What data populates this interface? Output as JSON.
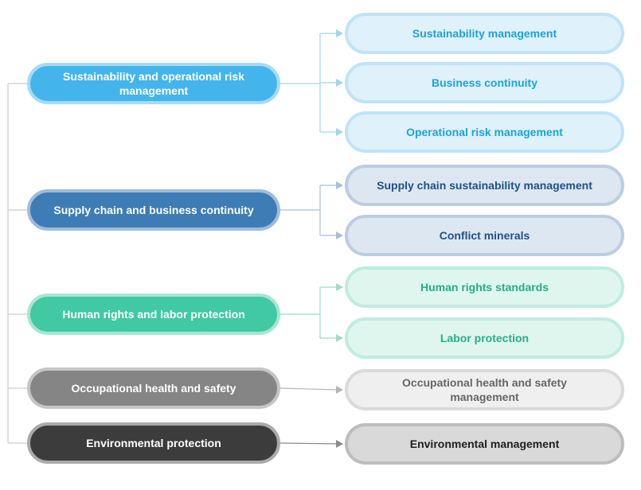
{
  "categories": [
    {
      "label": "Sustainability and operational risk management",
      "fill": "#44b5ec",
      "border": "#a3dbf5",
      "line": "#9fd6ee",
      "items": [
        {
          "label": "Sustainability management",
          "fill": "#dff1fb",
          "border": "#bfe4f6",
          "text": "#1aa3dd"
        },
        {
          "label": "Business continuity",
          "fill": "#dff1fb",
          "border": "#bfe4f6",
          "text": "#1aa3dd"
        },
        {
          "label": "Operational risk management",
          "fill": "#dff1fb",
          "border": "#bfe4f6",
          "text": "#1aa3dd"
        }
      ]
    },
    {
      "label": "Supply chain and business continuity",
      "fill": "#3e7cb6",
      "border": "#9ebcdb",
      "line": "#a6bfd8",
      "items": [
        {
          "label": "Supply chain sustainability management",
          "fill": "#dde7f1",
          "border": "#bccddf",
          "text": "#1e5186"
        },
        {
          "label": "Conflict minerals",
          "fill": "#dde7f1",
          "border": "#bccddf",
          "text": "#1e5186"
        }
      ]
    },
    {
      "label": "Human rights and labor protection",
      "fill": "#40c9a2",
      "border": "#a6e6d1",
      "line": "#9fdcc7",
      "items": [
        {
          "label": "Human rights standards",
          "fill": "#dff6ef",
          "border": "#bfece0",
          "text": "#27ae86"
        },
        {
          "label": "Labor protection",
          "fill": "#dff6ef",
          "border": "#bfece0",
          "text": "#27ae86"
        }
      ]
    },
    {
      "label": "Occupational health and safety",
      "fill": "#858585",
      "border": "#c5c5c5",
      "line": "#b5b5b5",
      "items": [
        {
          "label": "Occupational health and safety management",
          "fill": "#efefef",
          "border": "#dadada",
          "text": "#666666"
        }
      ]
    },
    {
      "label": "Environmental protection",
      "fill": "#3c3c3c",
      "border": "#aaaaaa",
      "line": "#8a8a8a",
      "items": [
        {
          "label": "Environmental management",
          "fill": "#d9d9d9",
          "border": "#bdbdbd",
          "text": "#1e1e1e"
        }
      ]
    }
  ],
  "spine_color": "#cccccc"
}
